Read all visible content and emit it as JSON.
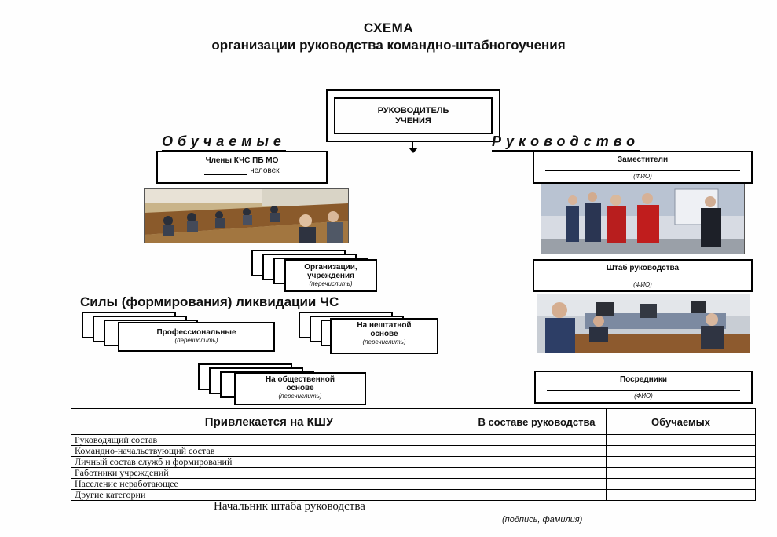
{
  "header": {
    "title": "СХЕМА",
    "subtitle": "организации руководства командно-штабногоучения"
  },
  "leader": {
    "line1": "РУКОВОДИТЕЛЬ",
    "line2": "УЧЕНИЯ"
  },
  "sections": {
    "trainees": "Обучаемые",
    "management": "Руководство"
  },
  "trainee_box": {
    "line1": "Члены  КЧС ПБ   МО",
    "line2": "человек"
  },
  "organizations": {
    "line1": "Организации,",
    "line2": "учреждения",
    "hint": "(перечислить)"
  },
  "forces_title": "Силы (формирования) ликвидации ЧС",
  "professional": {
    "label": "Профессиональные",
    "hint": "(перечислить)"
  },
  "nonstaff": {
    "line1": "На нештатной",
    "line2": "основе",
    "hint": "(перечислить)"
  },
  "public": {
    "line1": "На общественной",
    "line2": "основе",
    "hint": "(перечислить)"
  },
  "deputies": {
    "label": "Заместители",
    "hint": "(ФИО)"
  },
  "staff": {
    "label": "Штаб руководства",
    "hint": "(ФИО)"
  },
  "mediators": {
    "label": "Посредники",
    "hint": "(ФИО)"
  },
  "table": {
    "headers": [
      "Привлекается на КШУ",
      "В составе руководства",
      "Обучаемых"
    ],
    "rows": [
      "Руководящий состав",
      "Командно-начальствующий состав",
      "Личный состав служб и формирований",
      "Работники учреждений",
      "Население неработающее",
      "Другие категории"
    ]
  },
  "signature": {
    "label": "Начальник штаба руководства",
    "hint": "(подпись, фамилия)"
  }
}
